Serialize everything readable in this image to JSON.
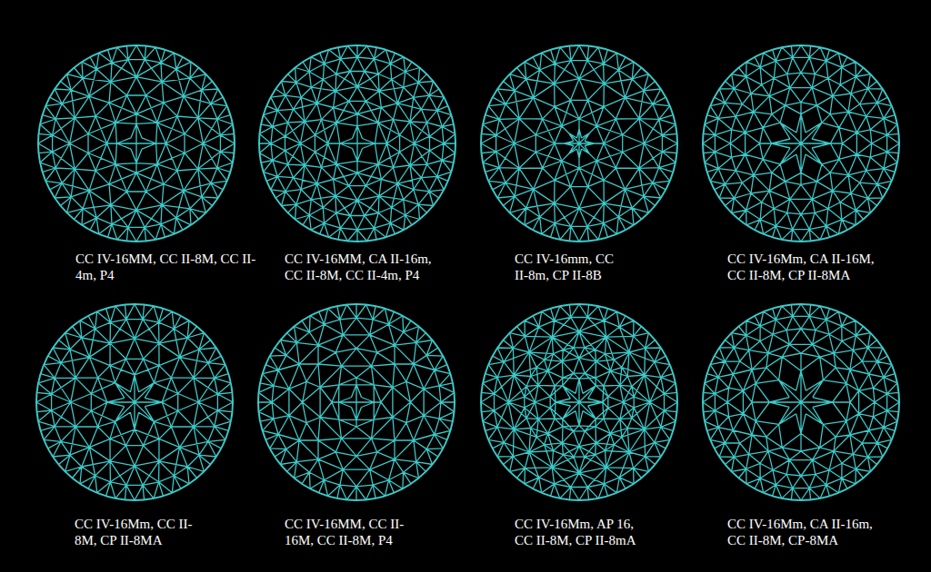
{
  "diagram": {
    "labels": [
      "CC IV-16MM, CC II-8M, CC II-4m, P4",
      "CC IV-16MM, CA II-16m, CC II-8M, CC II-4m, P4",
      "CC IV-16mm, CC II-8m, CP II-8B",
      "CC IV-16Mm, CA II-16M, CC II-8M, CP II-8MA",
      "CC IV-16Mm, CC II-8M, CP II-8MA",
      "CC IV-16MM, CC II-16M, CC II-8M, P4",
      "CC IV-16Mm, AP 16, CC II-8M, CP II-8mA",
      "CC IV-16Mm, CA II-16m, CC II-8M, CP-8MA"
    ]
  }
}
